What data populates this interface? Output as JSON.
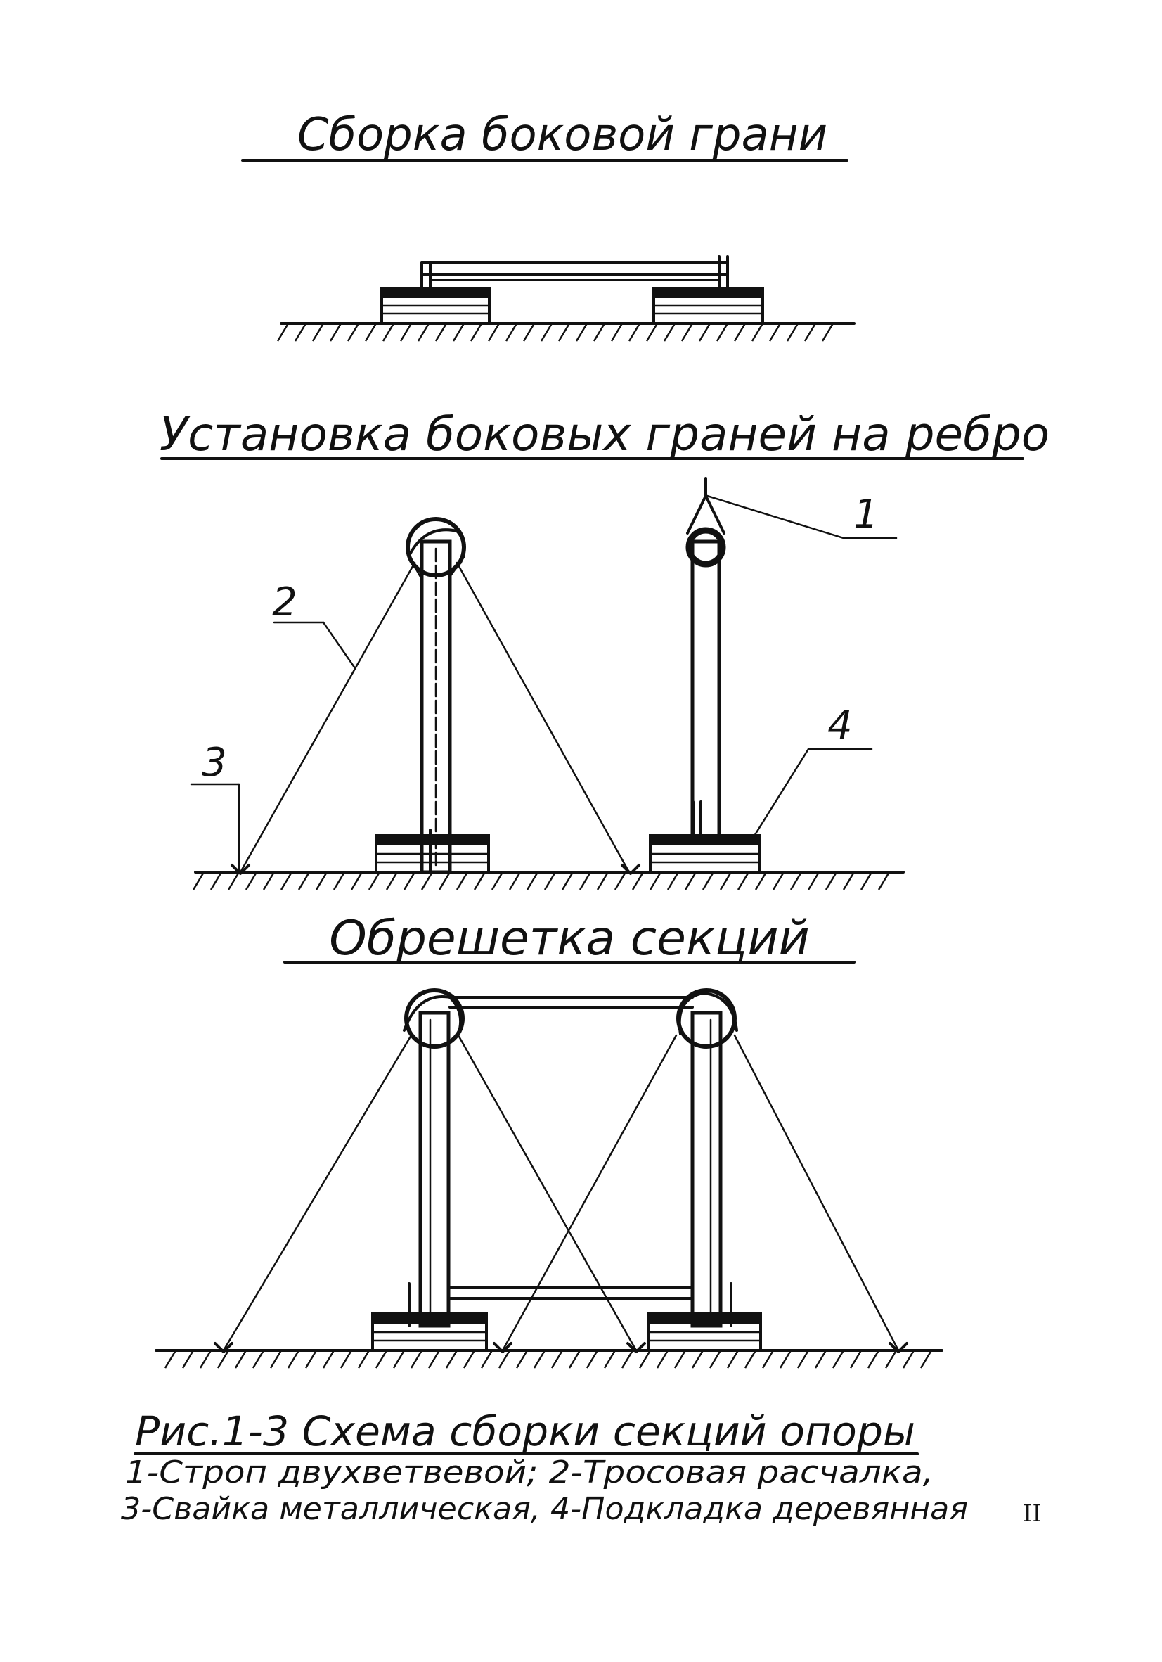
{
  "sections": {
    "side_face_assembly": "Сборка боковой грани",
    "side_faces_on_edge": "Установка боковых граней на ребро",
    "section_lathing": "Обрешетка секций"
  },
  "callouts": [
    "1",
    "2",
    "3",
    "4"
  ],
  "caption": {
    "title": "Рис.1-3 Схема сборки секций опоры",
    "legend_line1": "1-Строп двухветвевой;  2-Тросовая расчалка,",
    "legend_line2": "3-Свайка металлическая,  4-Подкладка деревянная"
  },
  "page_number": "II"
}
